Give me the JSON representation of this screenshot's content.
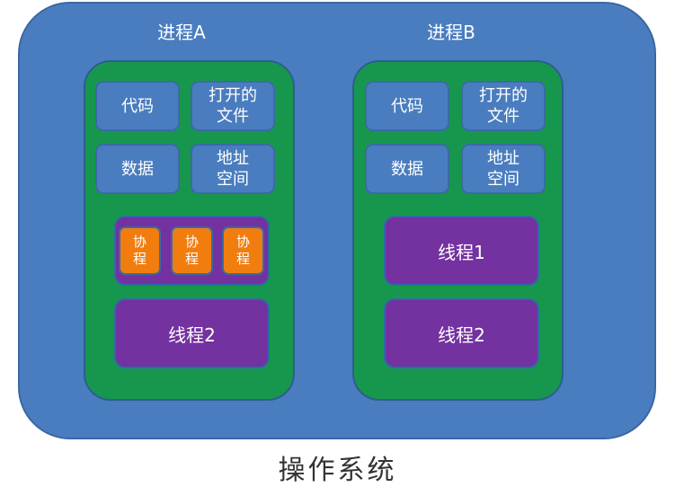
{
  "os_label": "操作系统",
  "process_a": {
    "title": "进程A",
    "resources": {
      "code": "代码",
      "open_files": "打开的\n文件",
      "data": "数据",
      "address_space": "地址\n空间"
    },
    "coroutines": [
      "协\n程",
      "协\n程",
      "协\n程"
    ],
    "thread2": "线程2"
  },
  "process_b": {
    "title": "进程B",
    "resources": {
      "code": "代码",
      "open_files": "打开的\n文件",
      "data": "数据",
      "address_space": "地址\n空间"
    },
    "thread1": "线程1",
    "thread2": "线程2"
  },
  "colors": {
    "os_blue": "#4a7dbf",
    "process_green": "#17974d",
    "thread_purple": "#7431a0",
    "coroutine_orange": "#f27d0f"
  }
}
